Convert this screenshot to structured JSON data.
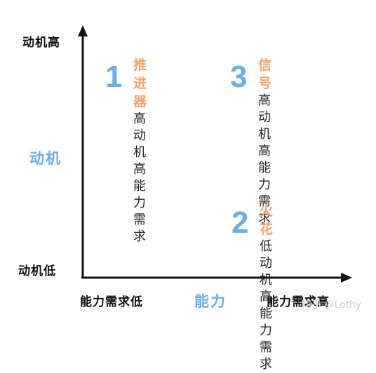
{
  "axes": {
    "y_title": "动机",
    "y_high": "动机高",
    "y_low": "动机低",
    "x_title": "能力",
    "x_low": "能力需求低",
    "x_high": "能力需求高"
  },
  "quadrants": [
    {
      "number": "1",
      "name": "推进器",
      "line1": "高动机",
      "line2": "高能力需求"
    },
    {
      "number": "3",
      "name": "信号",
      "line1": "高动机",
      "line2": "高能力需求"
    },
    {
      "number": "2",
      "name": "火花",
      "line1": "低动机",
      "line2": "高能力需求"
    }
  ],
  "watermark": "知乎 @Lothy",
  "colors": {
    "number": "#6aaee8",
    "name": "#f2a46b",
    "axis_title": "#6aaee8",
    "axis_line": "#111111"
  }
}
